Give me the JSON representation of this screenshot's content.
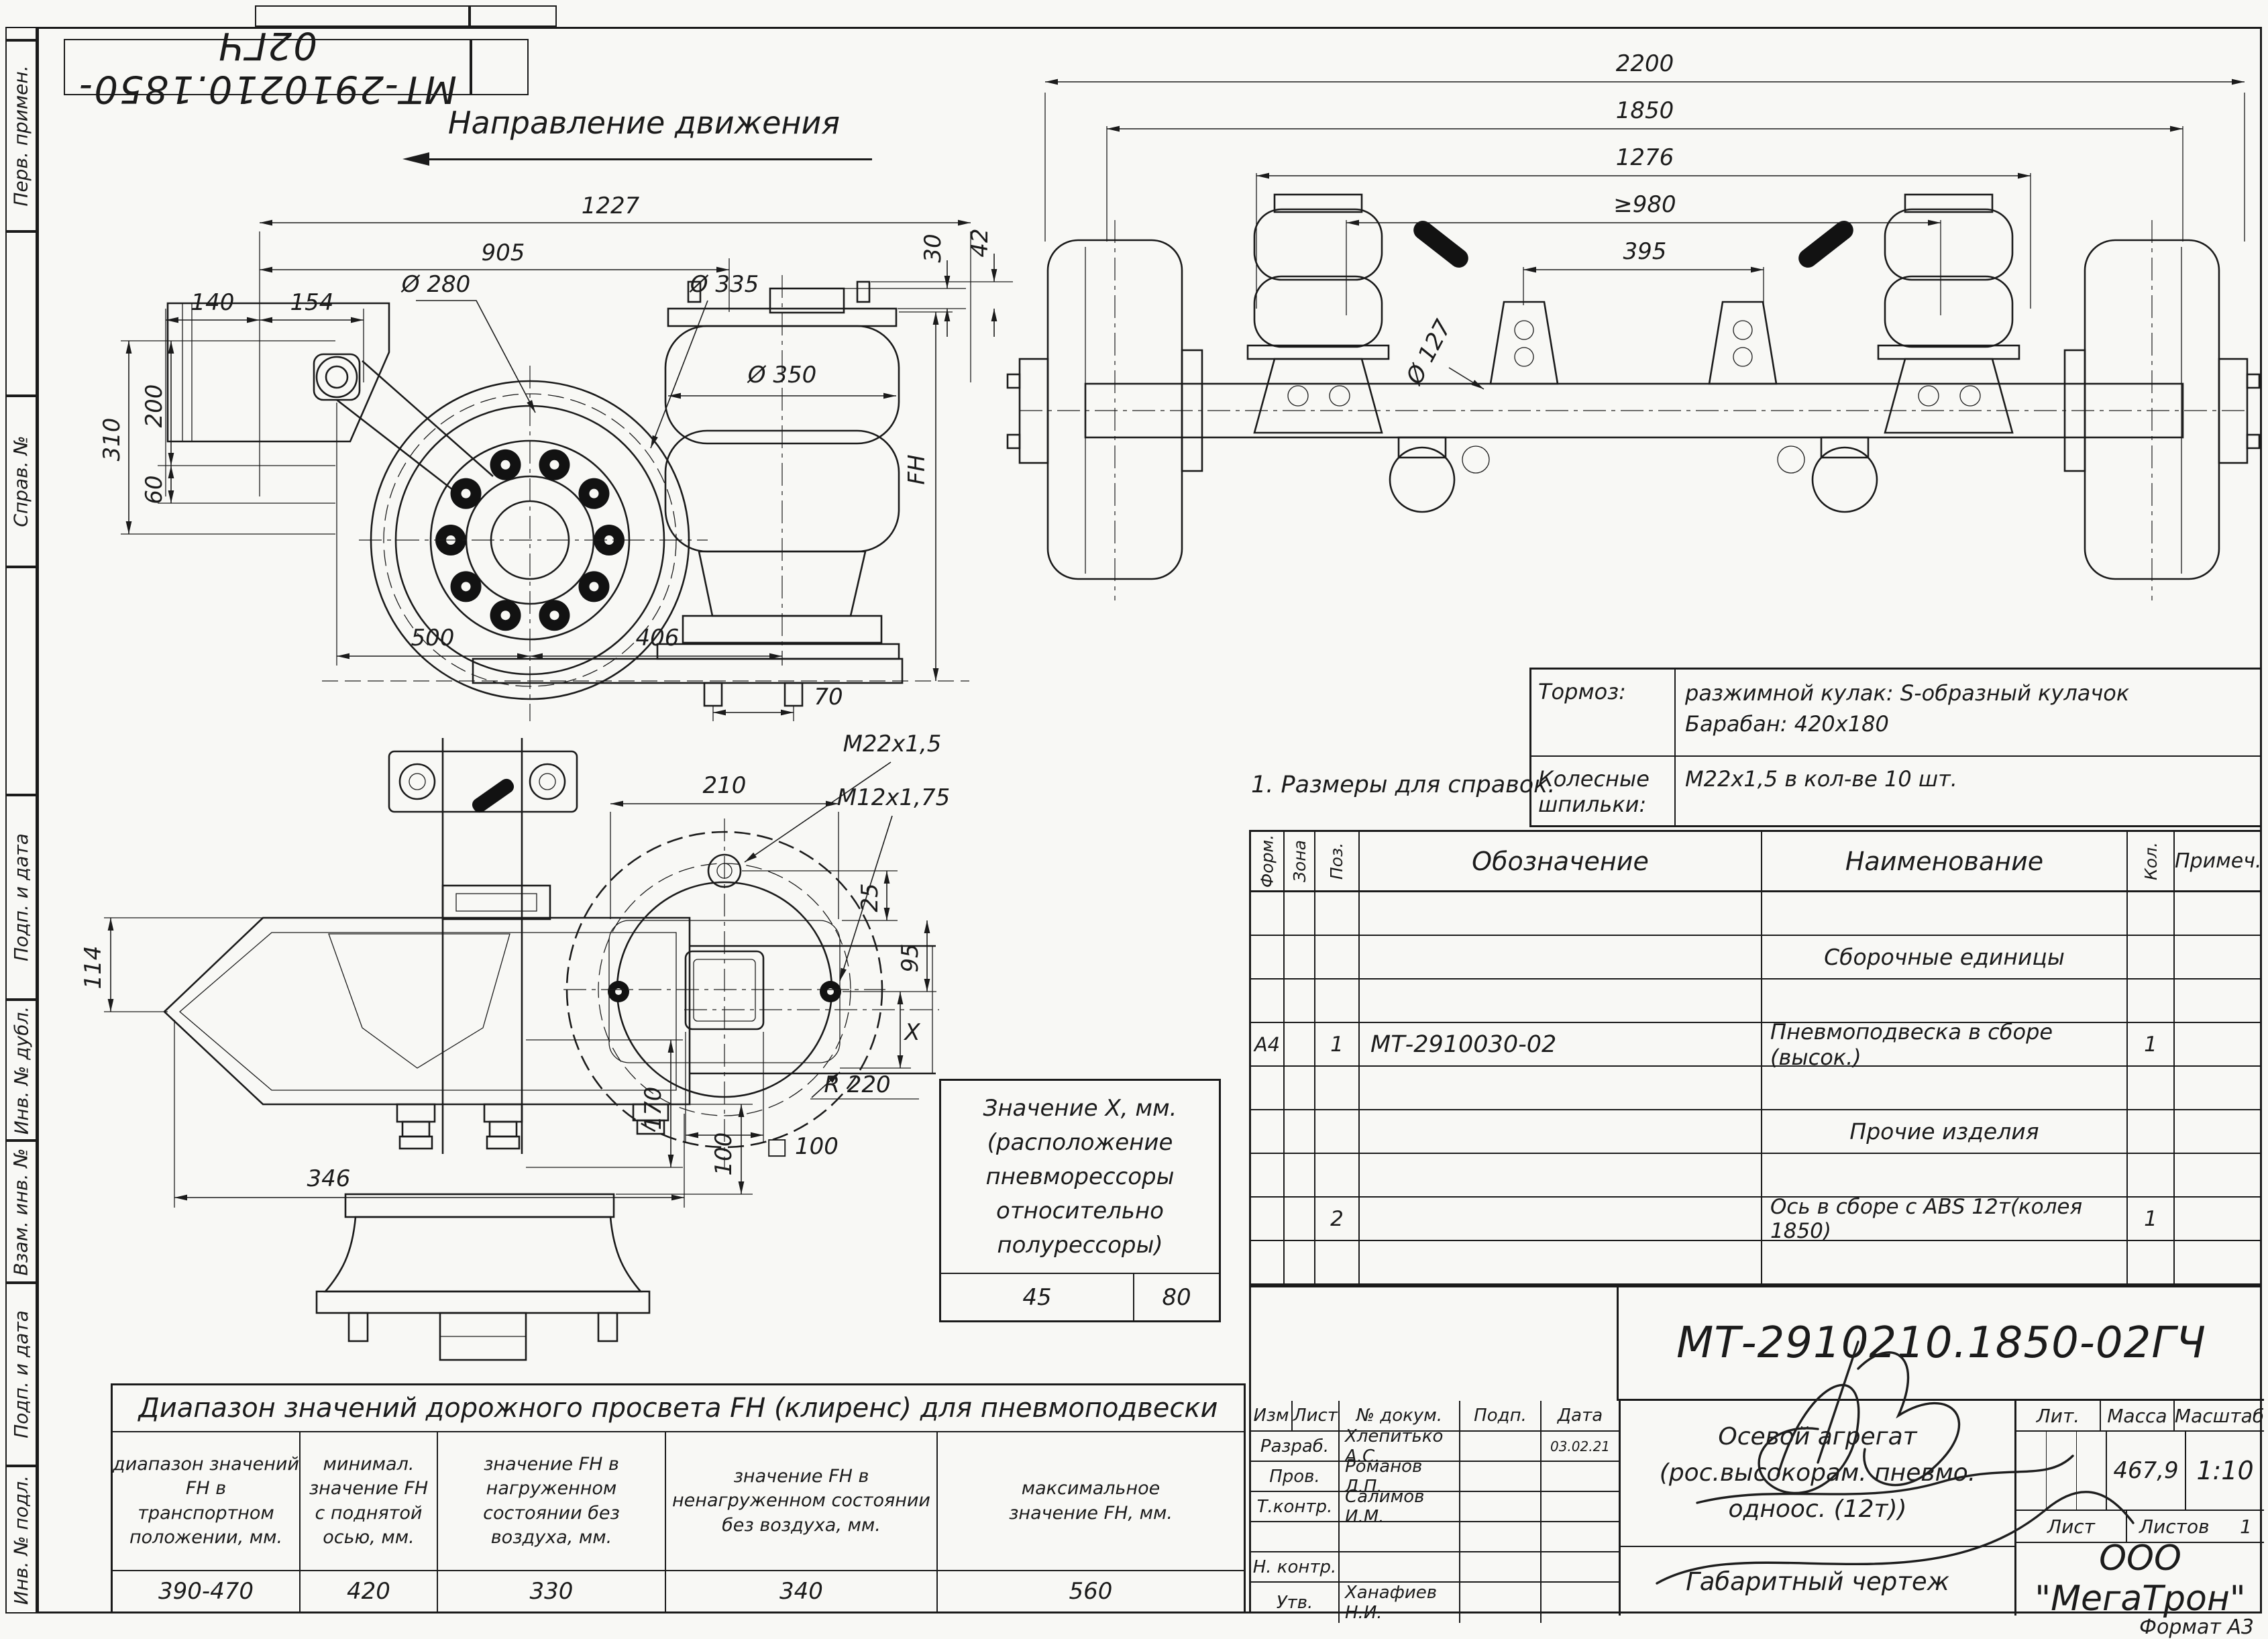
{
  "page": {
    "format_note": "Формат А3"
  },
  "stamps": {
    "s1": "Перв. примен.",
    "s2": "Справ. №",
    "s3": "Подп. и дата",
    "s4": "Инв. № дубл.",
    "s5": "Взам. инв. №",
    "s6": "Подп. и дата",
    "s7": "Инв. № подл."
  },
  "top": {
    "code_mirrored": "МТ-2910210.1850-02ГЧ",
    "direction": "Направление движения"
  },
  "side": {
    "d1227": "1227",
    "d905": "905",
    "d140": "140",
    "d154": "154",
    "dia280": "Ø 280",
    "dia335": "Ø 335",
    "d30": "30",
    "d42": "42",
    "dia350": "Ø 350",
    "fh": "FH",
    "d310": "310",
    "d200": "200",
    "d60": "60",
    "d500": "500",
    "d406": "406",
    "d70": "70"
  },
  "front": {
    "d2200": "2200",
    "d1850": "1850",
    "d1276": "1276",
    "d980": "≥980",
    "d395": "395",
    "dia127": "Ø 127"
  },
  "detail": {
    "d346": "346",
    "d114": "114",
    "d100": "100",
    "d210": "210",
    "m22": "М22х1,5",
    "m12": "М12х1,75",
    "d25": "25",
    "d95": "95",
    "x": "X",
    "r220": "R 220",
    "sq100": "□ 100",
    "d170": "170"
  },
  "notes": {
    "r1_label": "Тормоз:",
    "r1_line1": "разжимной кулак: S-образный кулачок",
    "r1_line2": "Барабан: 420х180",
    "r2_label": "Колесные\nшпильки:",
    "r2_value": "М22х1,5 в кол-ве 10 шт."
  },
  "ref_note": "1. Размеры для справок.",
  "spec": {
    "h_form": "Форм.",
    "h_zone": "Зона",
    "h_pos": "Поз.",
    "h_desig": "Обозначение",
    "h_name": "Наименование",
    "h_qty": "Кол.",
    "h_note": "Примеч.",
    "sec_assemblies": "Сборочные единицы",
    "r1_format": "А4",
    "r1_pos": "1",
    "r1_desig": "МТ-2910030-02",
    "r1_name": "Пневмоподвеска в сборе (высок.)",
    "r1_qty": "1",
    "sec_other": "Прочие изделия",
    "r2_pos": "2",
    "r2_name": "Ось в сборе с ABS 12т(колея 1850)",
    "r2_qty": "1"
  },
  "xtable": {
    "title": "Значение X, мм.\n(расположение\nпневморессоры\nотносительно\nполурессоры)",
    "v1": "45",
    "v2": "80"
  },
  "fh": {
    "title": "Диапазон значений дорожного просвета FH (клиренс) для пневмоподвески",
    "c1_h": "диапазон значений\nFH в\nтранспортном\nположении, мм.",
    "c2_h": "минимал.\nзначение FH\nс поднятой\nосью, мм.",
    "c3_h": "значение FH в\nнагруженном\nсостоянии без\nвоздуха, мм.",
    "c4_h": "значение FH в\nненагруженном состоянии\nбез воздуха, мм.",
    "c5_h": "максимальное\nзначение FH, мм.",
    "c1_v": "390-470",
    "c2_v": "420",
    "c3_v": "330",
    "c4_v": "340",
    "c5_v": "560"
  },
  "tb": {
    "doc_number": "МТ-2910210.1850-02ГЧ",
    "col_izm": "Изм",
    "col_list": "Лист",
    "col_doc": "№ докум.",
    "col_sign": "Подп.",
    "col_date": "Дата",
    "r1_role": "Разраб.",
    "r1_name": "Хлепитько А.С.",
    "r1_date": "03.02.21",
    "r2_role": "Пров.",
    "r2_name": "Романов Л.П.",
    "r3_role": "Т.контр.",
    "r3_name": "Салимов И.М.",
    "r4_role": "Н. контр.",
    "r4_name": "",
    "r5_role": "Утв.",
    "r5_name": "Ханафиев Н.И.",
    "product": "Осевой агрегат\n(рос.высокорам. пневмо. одноос. (12т))",
    "doc_type": "Габаритный чертеж",
    "lit": "Лит.",
    "mass": "Масса",
    "scale": "Масштаб",
    "mass_v": "467,9",
    "scale_v": "1:10",
    "sheet": "Лист",
    "sheets": "Листов",
    "sheets_v": "1",
    "company": "ООО \"МегаТрон\""
  }
}
